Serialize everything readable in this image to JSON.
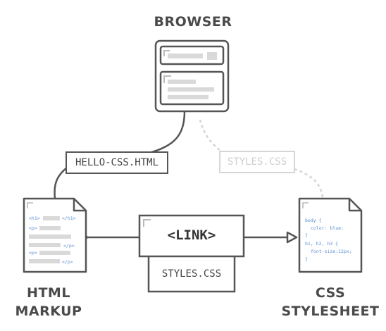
{
  "browser": {
    "title": "BROWSER"
  },
  "html_file": {
    "label": "HELLO-CSS.HTML"
  },
  "styles_faded": {
    "label": "STYLES.CSS"
  },
  "link_box": {
    "label": "<LINK>"
  },
  "link_attr": {
    "label": "STYLES.CSS"
  },
  "html_markup": {
    "title_line1": "HTML",
    "title_line2": "MARKUP"
  },
  "css_sheet": {
    "title_line1": "CSS",
    "title_line2": "STYLESHEET"
  },
  "html_doc": {
    "tags": [
      "<h1>",
      "</h1>",
      "<p>",
      "</p>",
      "<p>",
      "</p>"
    ]
  },
  "css_doc": {
    "lines": [
      "body {",
      "color: blue;",
      "}",
      "h1, h2, h3 {",
      "font-size:12px;",
      "}"
    ]
  },
  "colors": {
    "line": "#555555",
    "faded": "#d4d4d4",
    "code": "#5a8fd0",
    "placeholder": "#d9d9d9"
  }
}
